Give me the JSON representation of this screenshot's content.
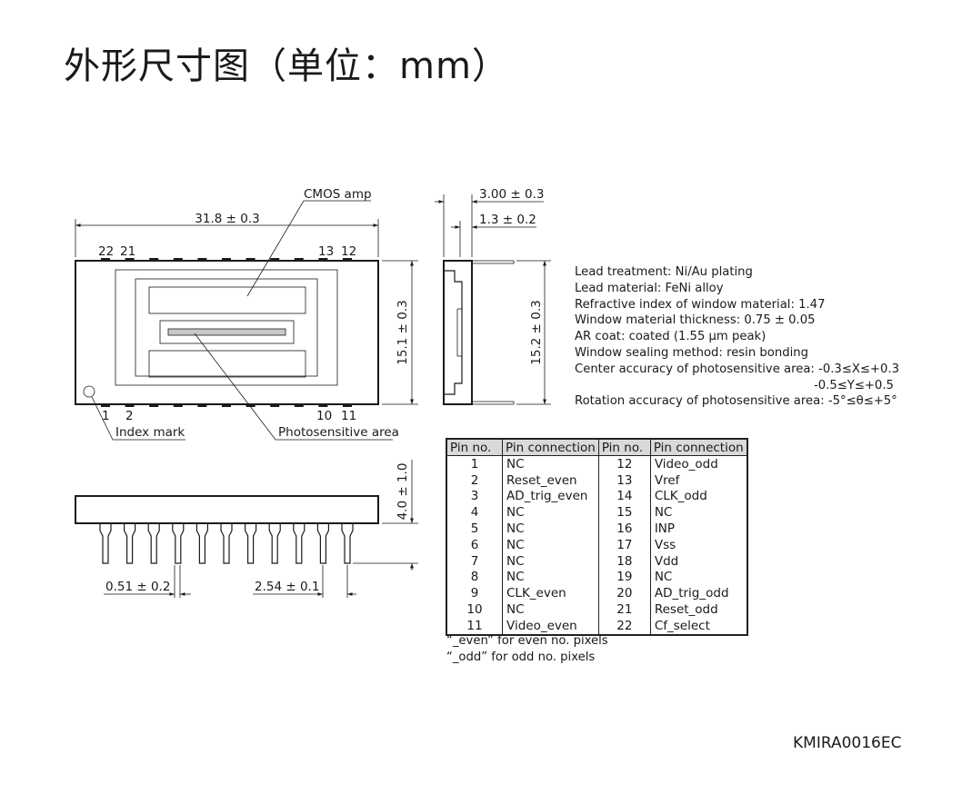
{
  "title": "外形尺寸图（单位：mm）",
  "doc_code": "KMIRA0016EC",
  "top_view": {
    "width_dim": "31.8 ± 0.3",
    "height_dim": "15.1 ± 0.3",
    "cmos_label": "CMOS amp",
    "photo_label": "Photosensitive area",
    "index_label": "Index mark",
    "pin_22": "22",
    "pin_21": "21",
    "pin_13": "13",
    "pin_12": "12",
    "pin_1": "1",
    "pin_2": "2",
    "pin_10": "10",
    "pin_11": "11"
  },
  "side_view": {
    "dim_total": "3.00 ± 0.3",
    "dim_inner": "1.3 ± 0.2",
    "height_dim": "15.2 ± 0.3"
  },
  "front_view": {
    "lead_len_dim": "4.0 ± 1.0",
    "lead_width_dim": "0.51 ± 0.2",
    "pitch_dim": "2.54 ± 0.1"
  },
  "specs": [
    "Lead treatment: Ni/Au plating",
    "Lead material: FeNi alloy",
    "Refractive index of window material: 1.47",
    "Window material thickness: 0.75 ± 0.05",
    "AR coat: coated (1.55 µm peak)",
    "Window sealing method: resin bonding",
    "Center accuracy of photosensitive area: -0.3≤X≤+0.3",
    "-0.5≤Y≤+0.5",
    "Rotation accuracy of photosensitive area:  -5°≤θ≤+5°"
  ],
  "pin_table": {
    "headers": [
      "Pin no.",
      "Pin connection",
      "Pin no.",
      "Pin connection"
    ],
    "rows": [
      [
        "1",
        "NC",
        "12",
        "Video_odd"
      ],
      [
        "2",
        "Reset_even",
        "13",
        "Vref"
      ],
      [
        "3",
        "AD_trig_even",
        "14",
        "CLK_odd"
      ],
      [
        "4",
        "NC",
        "15",
        "NC"
      ],
      [
        "5",
        "NC",
        "16",
        "INP"
      ],
      [
        "6",
        "NC",
        "17",
        "Vss"
      ],
      [
        "7",
        "NC",
        "18",
        "Vdd"
      ],
      [
        "8",
        "NC",
        "19",
        "NC"
      ],
      [
        "9",
        "CLK_even",
        "20",
        "AD_trig_odd"
      ],
      [
        "10",
        "NC",
        "21",
        "Reset_odd"
      ],
      [
        "11",
        "Video_even",
        "22",
        "Cf_select"
      ]
    ]
  },
  "notes": [
    "“_even” for even no. pixels",
    "“_odd” for odd no. pixels"
  ]
}
